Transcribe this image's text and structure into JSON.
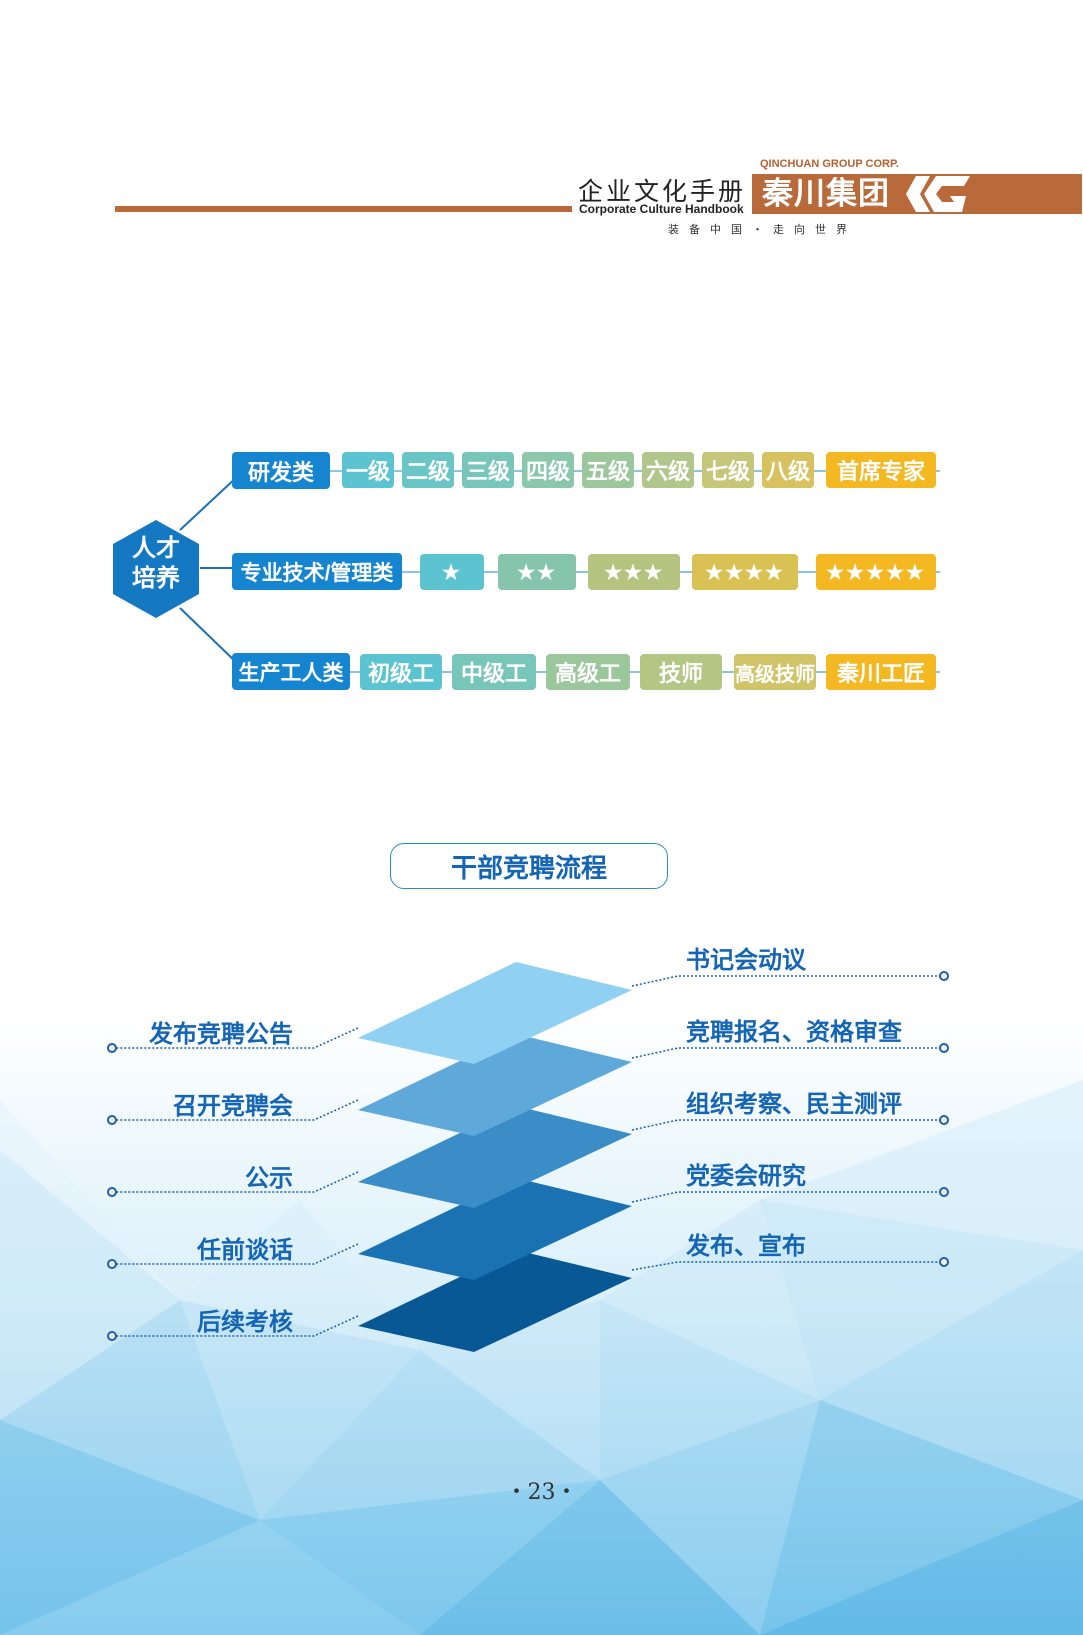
{
  "header": {
    "title_cn": "企业文化手册",
    "title_en": "Corporate Culture Handbook",
    "corp_en": "QINCHUAN GROUP CORP.",
    "corp_cn": "秦川集团",
    "slogan": "装备中国・走向世界",
    "brand_color": "#b86a3a"
  },
  "talent": {
    "root": "人才\n培养",
    "rows": [
      {
        "category": "研发类",
        "levels": [
          "一级",
          "二级",
          "三级",
          "四级",
          "五级",
          "六级",
          "七级",
          "八级",
          "首席专家"
        ]
      },
      {
        "category": "专业技术/管理类",
        "levels": [
          "★",
          "★★",
          "★★★",
          "★★★★",
          "★★★★★"
        ]
      },
      {
        "category": "生产工人类",
        "levels": [
          "初级工",
          "中级工",
          "高级工",
          "技师",
          "高级技师",
          "秦川工匠"
        ]
      }
    ]
  },
  "process": {
    "title": "干部竞聘流程",
    "left_steps": [
      "发布竞聘公告",
      "召开竞聘会",
      "公示",
      "任前谈话",
      "后续考核"
    ],
    "right_steps": [
      "书记会动议",
      "竞聘报名、资格审查",
      "组织考察、民主测评",
      "党委会研究",
      "发布、宣布"
    ],
    "layer_colors": [
      "#8fd0f3",
      "#5ea9da",
      "#3a8dc7",
      "#1a72b2",
      "#085896"
    ]
  },
  "page_number": "・23・"
}
